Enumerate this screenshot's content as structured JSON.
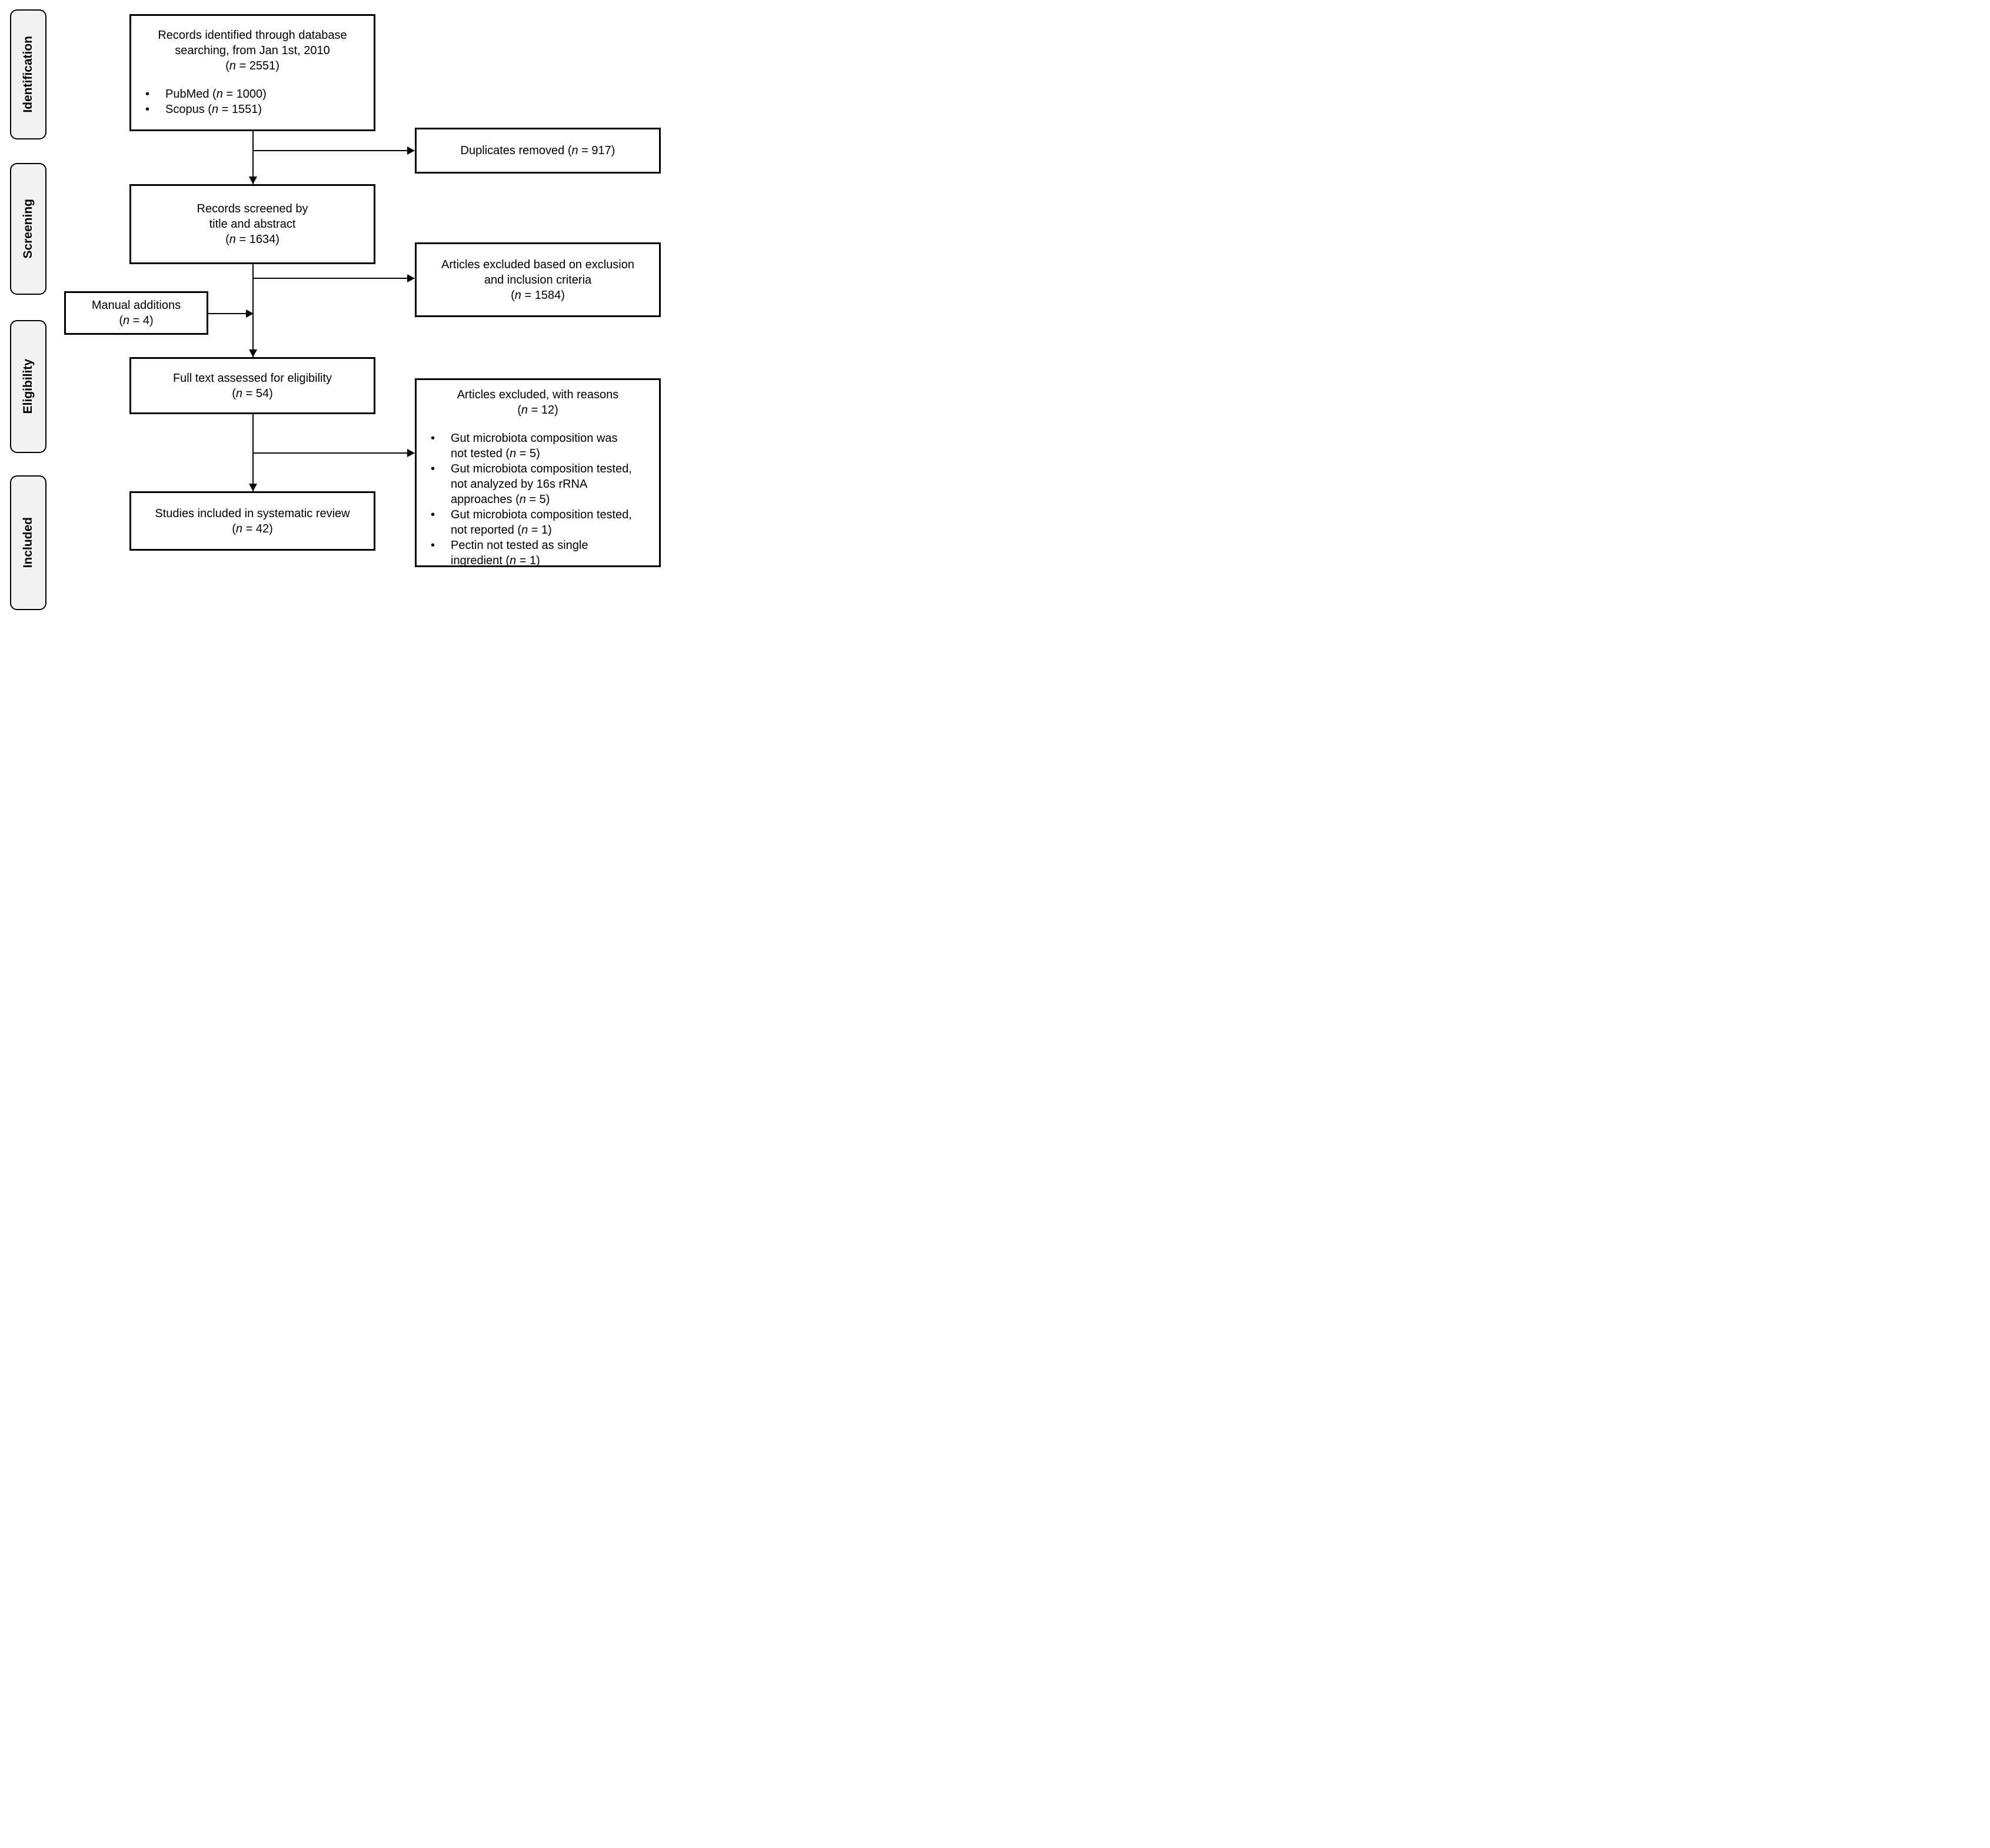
{
  "diagram": {
    "colors": {
      "stage_fill": "#f2f2f2",
      "line_color": "#000000",
      "background": "#ffffff"
    },
    "stages": [
      {
        "label": "Identification"
      },
      {
        "label": "Screening"
      },
      {
        "label": "Eligibility"
      },
      {
        "label": "Included"
      }
    ],
    "boxes": {
      "identified": {
        "lines": [
          "Records identified through database",
          "searching, from Jan 1st, 2010",
          "(n = 2551)"
        ],
        "bullets": [
          "PubMed (n = 1000)",
          "Scopus (n = 1551)"
        ]
      },
      "duplicates_removed": {
        "lines": [
          "Duplicates removed (n = 917)"
        ]
      },
      "screened": {
        "lines": [
          "Records screened by",
          "title and abstract",
          "(n = 1634)"
        ]
      },
      "excluded_criteria": {
        "lines": [
          "Articles excluded based on exclusion",
          "and inclusion criteria",
          "(n = 1584)"
        ]
      },
      "manual_additions": {
        "lines": [
          "Manual additions",
          "(n = 4)"
        ]
      },
      "full_text": {
        "lines": [
          "Full text assessed for eligibility",
          "(n = 54)"
        ]
      },
      "excluded_reasons": {
        "lines": [
          "Articles excluded, with reasons",
          "(n = 12)"
        ],
        "bullets": [
          {
            "lines": [
              "Gut microbiota composition was",
              "not tested (n = 5)"
            ]
          },
          {
            "lines": [
              "Gut microbiota composition tested,",
              "not analyzed by 16s rRNA",
              "approaches (n = 5)"
            ]
          },
          {
            "lines": [
              "Gut microbiota composition tested,",
              "not reported (n = 1)"
            ]
          },
          {
            "lines": [
              "Pectin not tested as single",
              "ingredient (n = 1)"
            ]
          }
        ]
      },
      "included_review": {
        "lines": [
          "Studies included in systematic review",
          "(n = 42)"
        ]
      }
    }
  }
}
